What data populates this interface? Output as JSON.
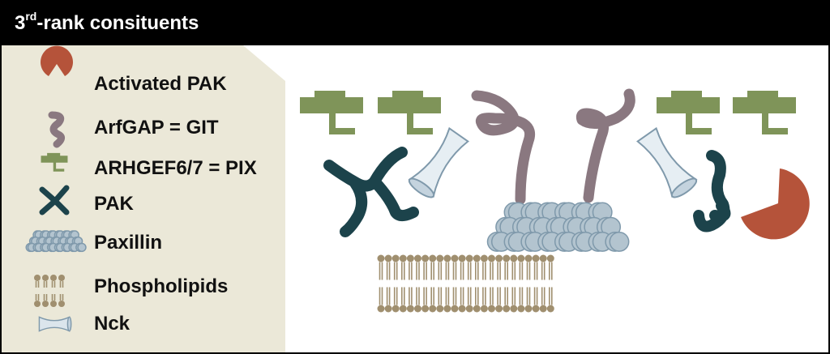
{
  "header": {
    "title_prefix": "3",
    "title_sup": "rd",
    "title_rest": "-rank consituents"
  },
  "legend": {
    "items": [
      {
        "label": "Activated PAK",
        "icon": "activated-pak-icon"
      },
      {
        "label": "ArfGAP = GIT",
        "icon": "arfgap-git-icon"
      },
      {
        "label": "ARHGEF6/7 = PIX",
        "icon": "arhgef-pix-icon"
      },
      {
        "label": "PAK",
        "icon": "pak-icon"
      },
      {
        "label": "Paxillin",
        "icon": "paxillin-icon"
      },
      {
        "label": "Phospholipids",
        "icon": "phospholipids-icon"
      },
      {
        "label": "Nck",
        "icon": "nck-icon"
      }
    ]
  },
  "colors": {
    "activated_pak": "#b5533a",
    "git": "#8a7880",
    "pix": "#7f9459",
    "pak": "#1c434b",
    "paxillin": "#b3c4cf",
    "phospholipid": "#a08f6f",
    "nck": "#d8e3ea",
    "legend_bg": "#ebe8d8"
  }
}
